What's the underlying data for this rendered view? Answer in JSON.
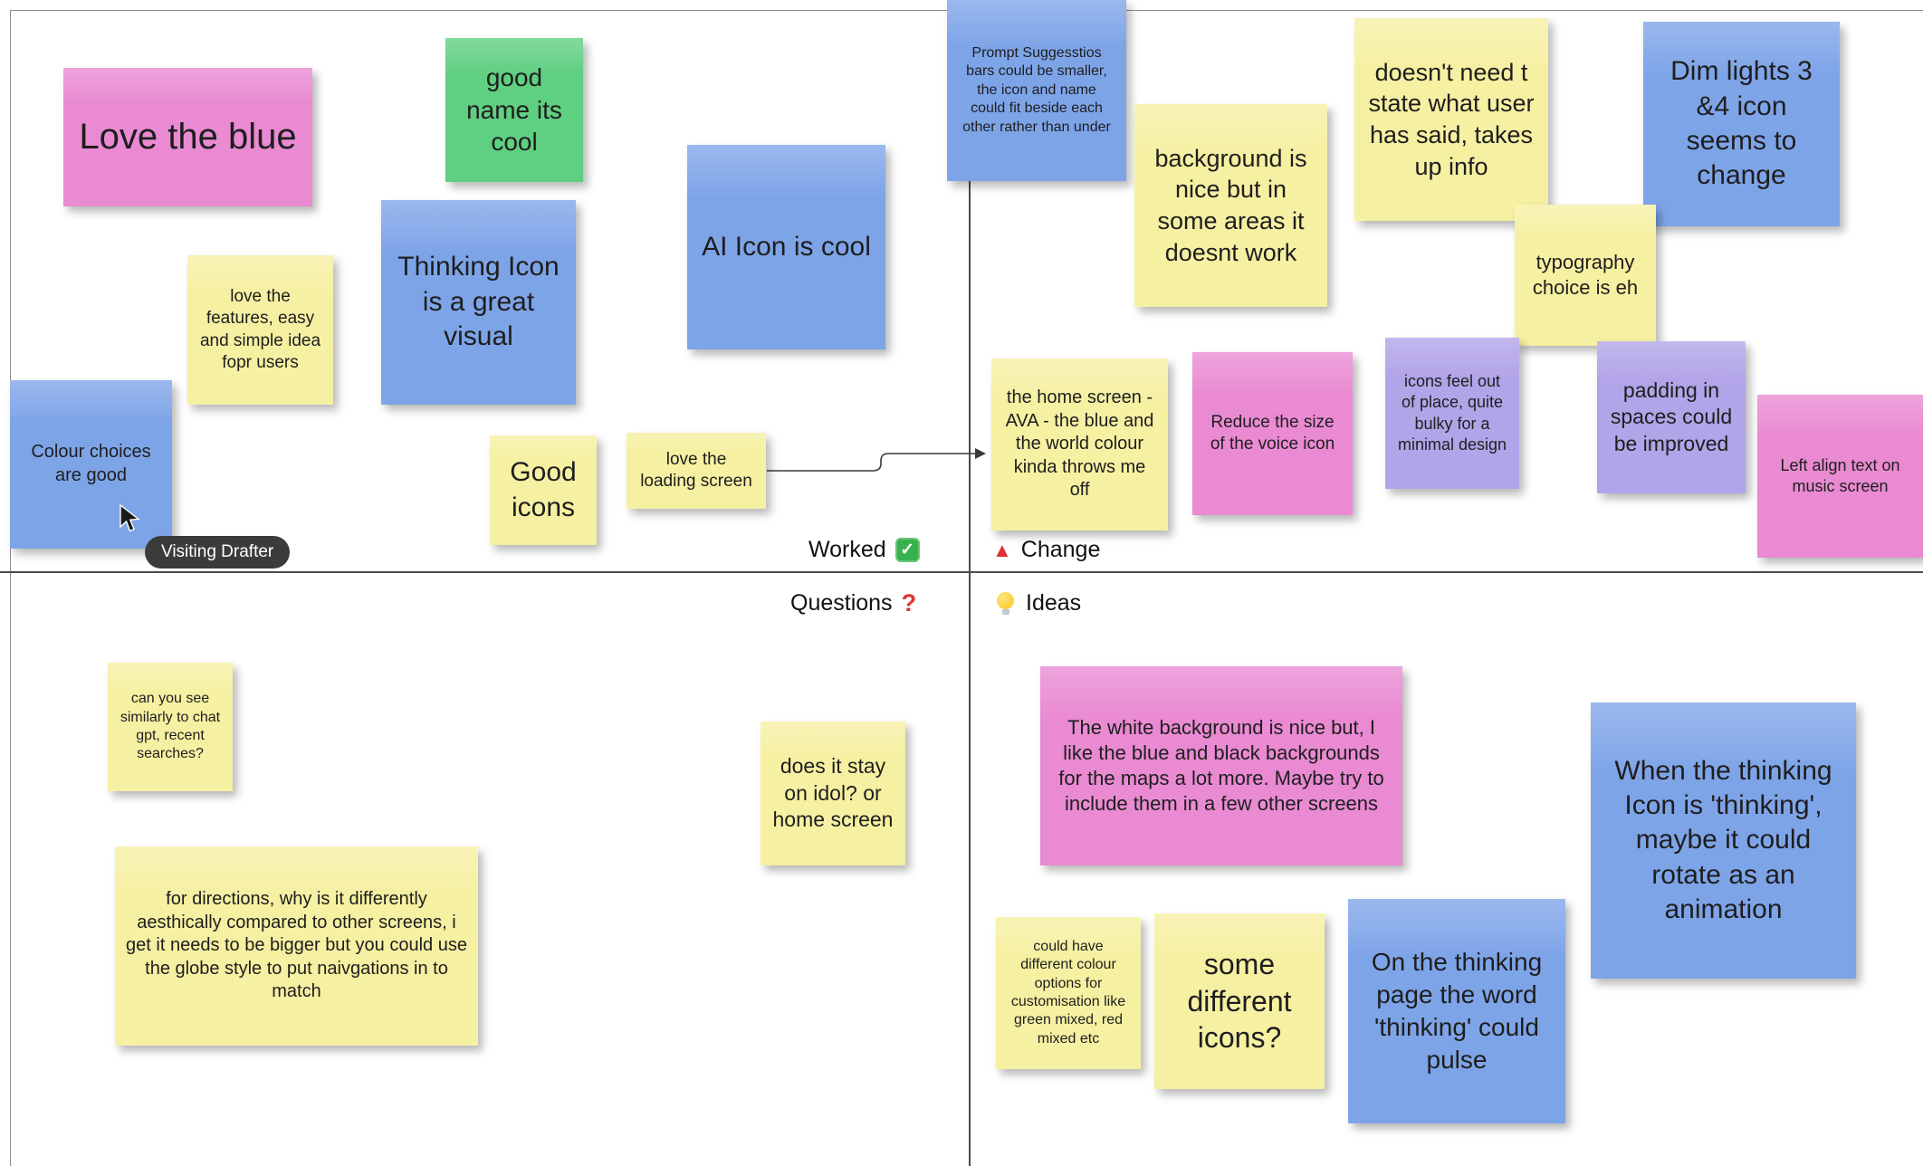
{
  "quadrants": {
    "worked": {
      "label": "Worked"
    },
    "change": {
      "label": "Change"
    },
    "questions": {
      "label": "Questions"
    },
    "ideas": {
      "label": "Ideas"
    }
  },
  "icons": {
    "check": "✓",
    "triangle": "▲",
    "question": "?"
  },
  "presence": {
    "cursor_label": "Visiting Drafter"
  },
  "colors": {
    "note_pink": "#e98ad2",
    "note_green": "#5fcf81",
    "note_blue": "#7ea4e8",
    "note_yellow": "#f6f0a2",
    "note_purple": "#b2a4e8",
    "check_green": "#37b24d",
    "marker_red": "#e03131",
    "bulb_yellow": "#fcc419",
    "cursor_pill_bg": "#3b3b3b"
  },
  "notes": {
    "love_the_blue": {
      "text": "Love the blue",
      "color": "pink"
    },
    "good_name": {
      "text": "good name its cool",
      "color": "green"
    },
    "love_features": {
      "text": "love the features, easy and simple idea fopr users",
      "color": "yellow"
    },
    "thinking_icon_visual": {
      "text": "Thinking Icon is a great visual",
      "color": "blue"
    },
    "ai_icon_cool": {
      "text": "AI Icon is cool",
      "color": "blue"
    },
    "colour_choices": {
      "text": "Colour choices are good",
      "color": "blue"
    },
    "good_icons": {
      "text": "Good icons",
      "color": "yellow"
    },
    "love_loading": {
      "text": "love the loading screen",
      "color": "yellow"
    },
    "prompt_suggestions": {
      "text": "Prompt Suggesstios bars could be smaller, the icon and name could fit beside each other rather than under",
      "color": "blue"
    },
    "background_nice": {
      "text": "background is nice but in some areas it doesnt work",
      "color": "yellow"
    },
    "doesnt_need_state": {
      "text": "doesn't need t state what user has said, takes up info",
      "color": "yellow"
    },
    "dim_lights": {
      "text": "Dim lights 3 &4 icon seems to change",
      "color": "blue"
    },
    "typography_choice": {
      "text": "typography choice is eh",
      "color": "yellow"
    },
    "home_screen_ava": {
      "text": "the home screen - AVA - the blue and the world colour kinda throws me off",
      "color": "yellow"
    },
    "reduce_voice_icon": {
      "text": "Reduce the size of the voice icon",
      "color": "pink"
    },
    "icons_bulky": {
      "text": "icons feel out of place, quite bulky for a minimal design",
      "color": "purple"
    },
    "padding_spaces": {
      "text": "padding in spaces could be improved",
      "color": "purple"
    },
    "left_align_music": {
      "text": "Left align text on music screen",
      "color": "pink"
    },
    "chat_gpt_similar": {
      "text": "can you see similarly to chat gpt, recent searches?",
      "color": "yellow"
    },
    "idol_or_home": {
      "text": "does it stay on idol? or home screen",
      "color": "yellow"
    },
    "directions_aesthetic": {
      "text": "for directions, why is it differently aesthically compared to other screens, i get it needs to be bigger but you could use the globe style to put naivgations in to match",
      "color": "yellow"
    },
    "white_background_maps": {
      "text": "The white background is nice but, I like the blue and black backgrounds for the maps a lot more. Maybe try to include them in a few other screens",
      "color": "pink"
    },
    "thinking_rotate": {
      "text": "When the thinking Icon is 'thinking', maybe it could rotate as an animation",
      "color": "blue"
    },
    "colour_options": {
      "text": "could have different colour options for customisation like green mixed, red mixed etc",
      "color": "yellow"
    },
    "different_icons": {
      "text": "some different icons?",
      "color": "yellow"
    },
    "thinking_pulse": {
      "text": "On the thinking page the word 'thinking' could pulse",
      "color": "blue"
    }
  }
}
